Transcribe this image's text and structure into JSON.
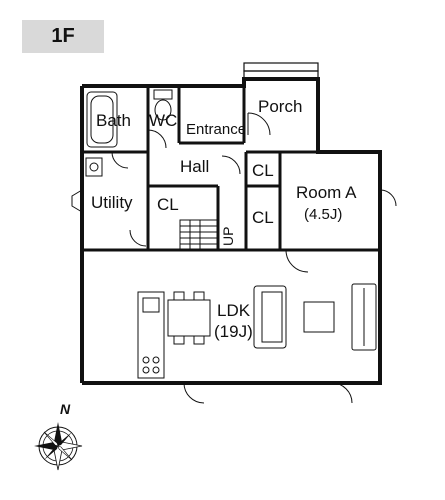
{
  "floor_label": "1F",
  "rooms": {
    "bath": "Bath",
    "wc": "WC",
    "entrance": "Entrance",
    "porch": "Porch",
    "hall": "Hall",
    "closet_hall": "CL",
    "closet_room": "CL",
    "closet_utility": "CL",
    "room_a_name": "Room A",
    "room_a_size": "(4.5J)",
    "utility": "Utility",
    "stairs_up": "UP",
    "ldk_name": "LDK",
    "ldk_size": "(19J)"
  },
  "compass": {
    "north": "N"
  }
}
